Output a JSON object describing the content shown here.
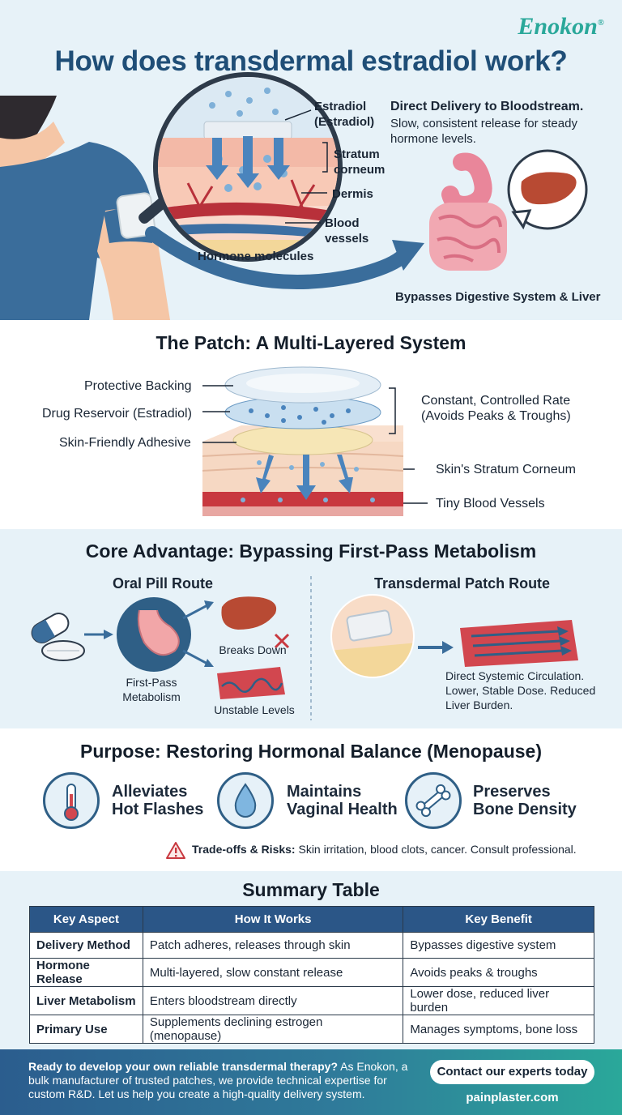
{
  "brand": "Enokon",
  "brand_mark": "®",
  "title": "How does transdermal estradiol work?",
  "hero": {
    "labels": {
      "estradiol": "Estradiol (Estradiol)",
      "stratum": "Stratum corneum",
      "dermis": "Dermis",
      "blood": "Blood vessels",
      "molecules": "Hormone molecules"
    },
    "delivery_heading": "Direct Delivery to Bloodstream.",
    "delivery_text": "Slow, consistent release for steady hormone levels.",
    "bypass": "Bypasses Digestive System & Liver"
  },
  "patch": {
    "title": "The Patch: A Multi-Layered System",
    "backing": "Protective Backing",
    "reservoir": "Drug Reservoir (Estradiol)",
    "adhesive": "Skin-Friendly Adhesive",
    "rate": "Constant, Controlled Rate (Avoids Peaks & Troughs)",
    "stratum": "Skin's Stratum Corneum",
    "vessels": "Tiny Blood Vessels"
  },
  "core": {
    "title": "Core Advantage: Bypassing First-Pass Metabolism",
    "oral_title": "Oral Pill Route",
    "first_pass": "First-Pass Metabolism",
    "breaks_down": "Breaks Down",
    "unstable": "Unstable Levels",
    "patch_title": "Transdermal Patch Route",
    "patch_text": "Direct Systemic Circulation. Lower, Stable Dose. Reduced Liver Burden."
  },
  "purpose": {
    "title": "Purpose: Restoring Hormonal Balance (Menopause)",
    "items": [
      {
        "label": "Alleviates Hot Flashes",
        "icon": "thermometer-icon"
      },
      {
        "label": "Maintains Vaginal Health",
        "icon": "water-drop-icon"
      },
      {
        "label": "Preserves Bone Density",
        "icon": "bone-icon"
      }
    ],
    "risk_label": "Trade-offs & Risks:",
    "risk_text": "Skin irritation, blood clots, cancer. Consult professional."
  },
  "summary": {
    "title": "Summary Table",
    "headers": [
      "Key Aspect",
      "How It Works",
      "Key Benefit"
    ],
    "rows": [
      [
        "Delivery Method",
        "Patch adheres, releases through skin",
        "Bypasses digestive system"
      ],
      [
        "Hormone Release",
        "Multi-layered, slow constant release",
        "Avoids peaks & troughs"
      ],
      [
        "Liver Metabolism",
        "Enters bloodstream directly",
        "Lower dose, reduced liver burden"
      ],
      [
        "Primary Use",
        "Supplements declining estrogen (menopause)",
        "Manages symptoms, bone loss"
      ]
    ]
  },
  "footer": {
    "lead": "Ready to develop your own reliable transdermal therapy?",
    "body": "As Enokon, a bulk manufacturer of trusted patches, we provide technical expertise for custom R&D. Let us help you create a high-quality delivery system.",
    "cta": "Contact our experts today",
    "url": "painplaster.com"
  },
  "colors": {
    "navy": "#1f4e77",
    "teal": "#2aa89a",
    "panel": "#e7f2f8",
    "table_header": "#2b5687"
  }
}
